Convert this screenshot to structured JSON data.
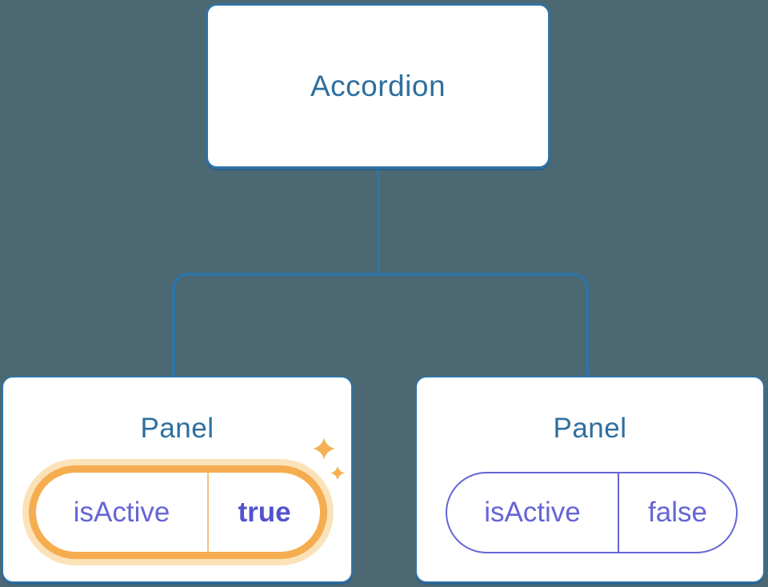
{
  "diagram": {
    "root": {
      "label": "Accordion"
    },
    "panels": [
      {
        "label": "Panel",
        "prop": "isActive",
        "value": "true",
        "highlighted": true
      },
      {
        "label": "Panel",
        "prop": "isActive",
        "value": "false",
        "highlighted": false
      }
    ]
  },
  "icons": [
    {
      "name": "sparkle-icon",
      "meaning": "state just changed / highlighted state"
    }
  ],
  "colors": {
    "background": "#4C6872",
    "node_fill": "#FFFFFF",
    "node_border_blue": "#3073A4",
    "node_text_blue": "#2D6F9E",
    "state_purple": "#6565D6",
    "state_purple_bold": "#5353CD",
    "highlight_orange": "#F5AD4F",
    "highlight_orange_glow": "#FBE2B8",
    "highlight_orange_divider": "#F4C27C"
  }
}
